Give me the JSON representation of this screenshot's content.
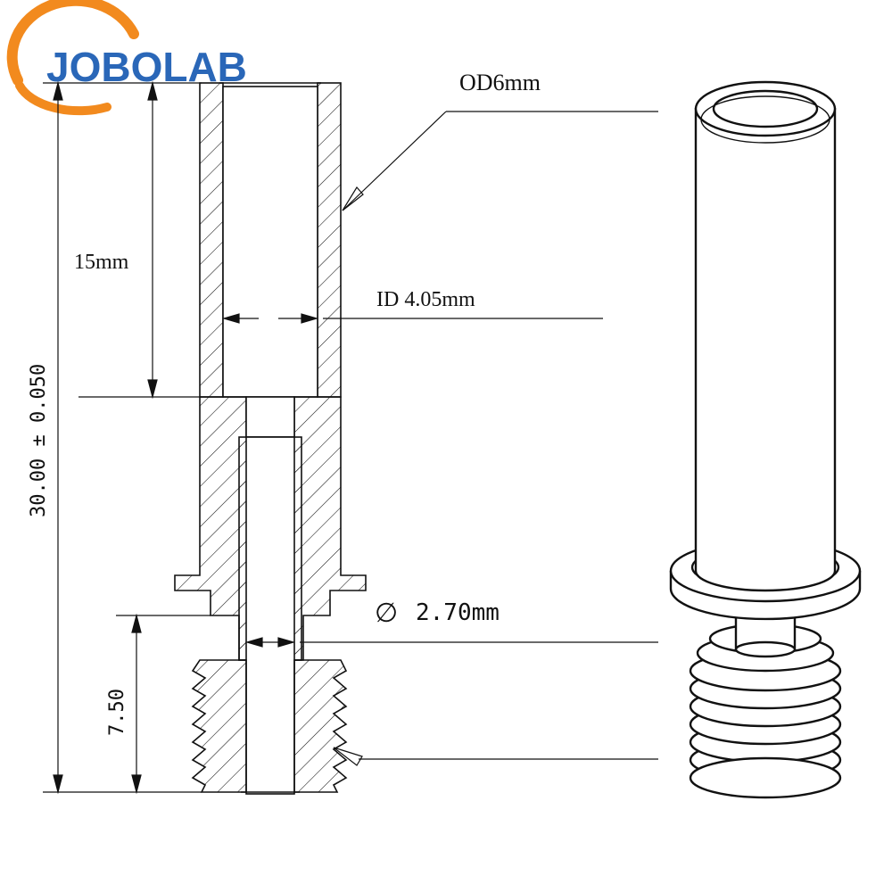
{
  "brand": {
    "name": "JOBOLAB",
    "color_primary": "#2a67b8",
    "color_accent": "#f28a1e"
  },
  "diagram": {
    "outer_diameter_label": "OD6mm",
    "inner_diameter_label": "ID 4.05mm",
    "bore_depth_label": "15mm",
    "total_length_label": "30.00 ± 0.050",
    "thread_length_label": "7.50",
    "throat_diameter_label": "2.70mm",
    "diameter_symbol": "∅"
  },
  "colors": {
    "line": "#111111",
    "render_fill": "#ffffff"
  }
}
